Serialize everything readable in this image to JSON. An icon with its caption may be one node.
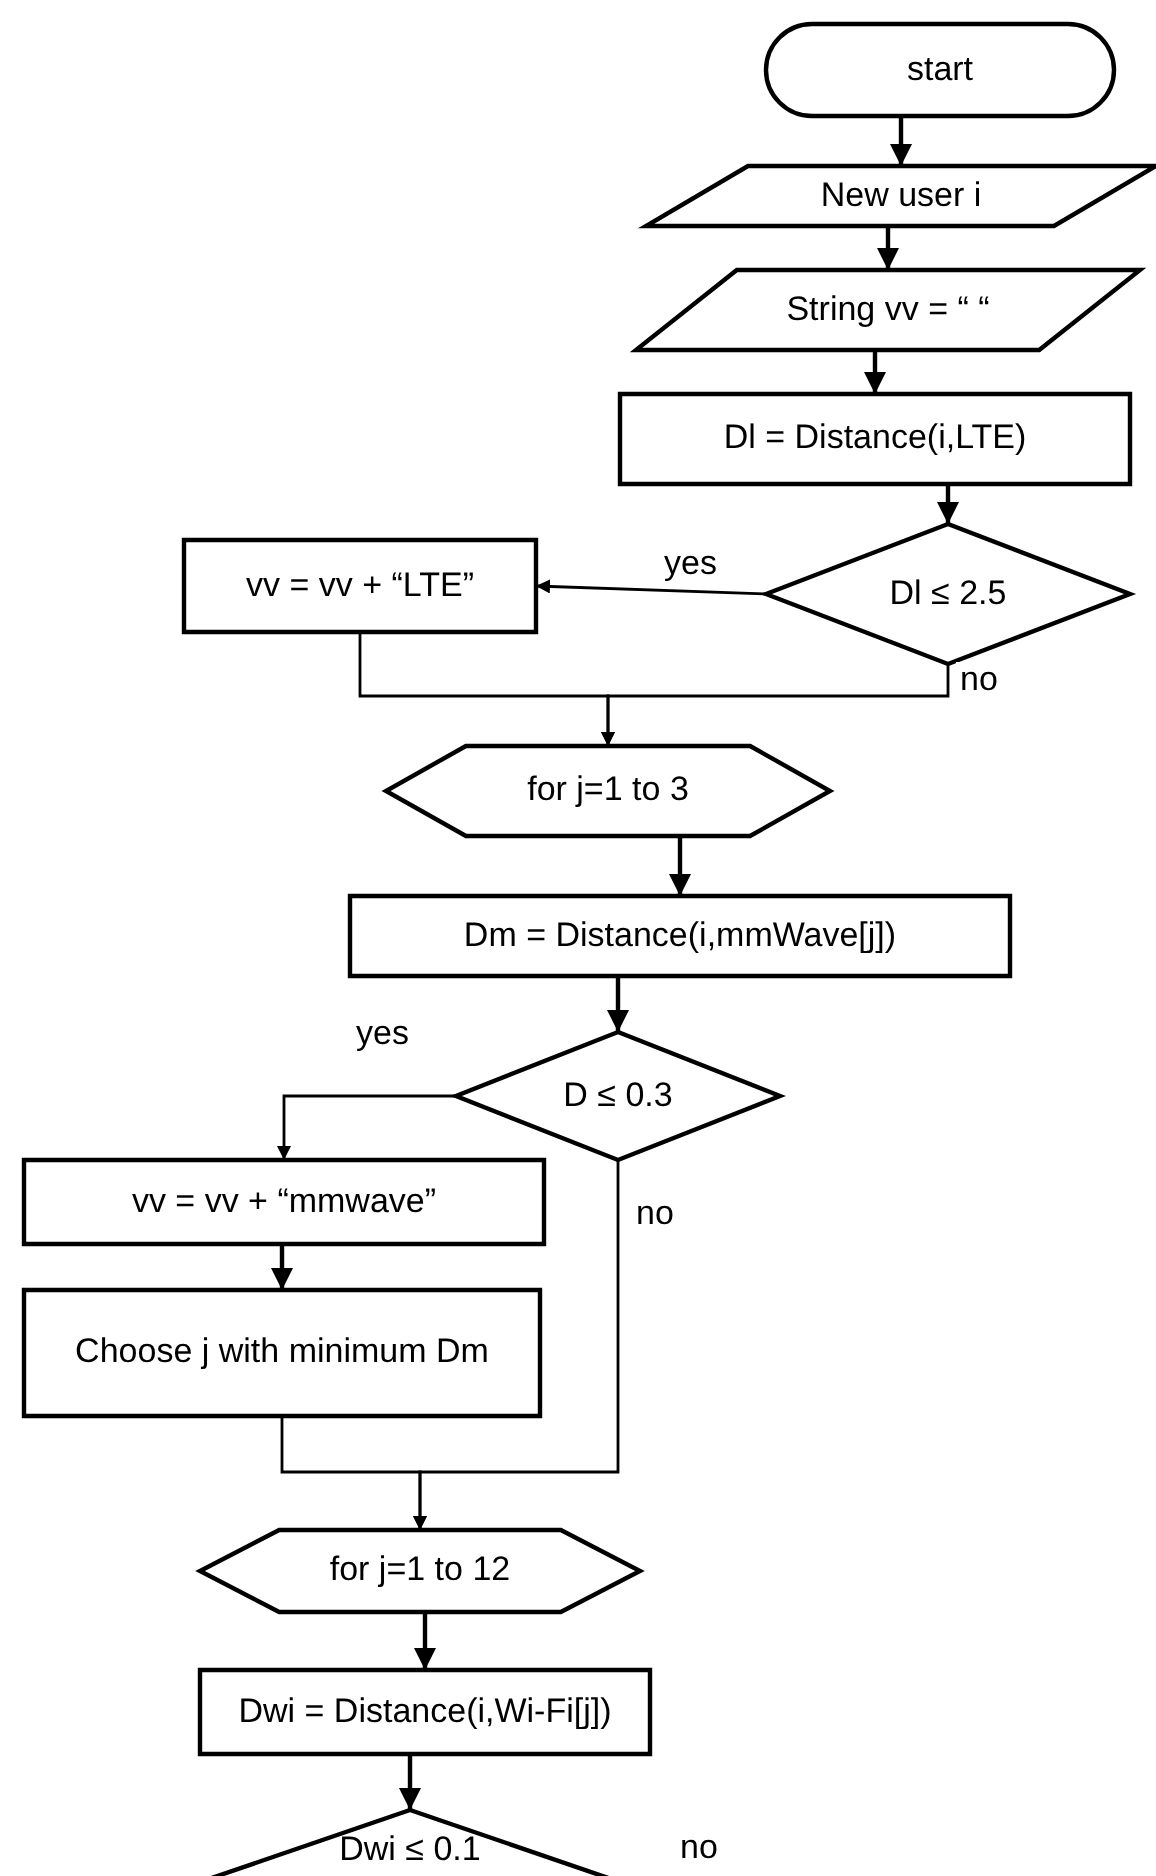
{
  "diagram": {
    "nodes": [
      {
        "text": [
          "start"
        ]
      },
      {
        "text": [
          "New user i"
        ]
      },
      {
        "text": [
          "String vv = “ “"
        ]
      },
      {
        "text": [
          "Dl = Distance(i,LTE)"
        ]
      },
      {
        "text": [
          "Dl ≤ 2.5"
        ]
      },
      {
        "text": [
          "vv = vv + “LTE”"
        ]
      },
      {
        "text": [
          "for j=1 to 3"
        ]
      },
      {
        "text": [
          "Dm = Distance(i,mmWave[j])"
        ]
      },
      {
        "text": [
          "D ≤ 0.3"
        ]
      },
      {
        "text": [
          "vv = vv + “mmwave”"
        ]
      },
      {
        "text": [
          "Choose j with minimum Dm"
        ]
      },
      {
        "text": [
          "for j=1 to 12"
        ]
      },
      {
        "text": [
          "Dwi = Distance(i,Wi-Fi[j])"
        ]
      },
      {
        "text": [
          "Dwi ≤ 0.1"
        ]
      }
    ],
    "edges": [
      {
        "from": 0,
        "to": 1,
        "arrow": "to"
      },
      {
        "from": 1,
        "to": 2,
        "arrow": "to"
      },
      {
        "from": 2,
        "to": 3,
        "arrow": "to"
      },
      {
        "from": 3,
        "to": 4,
        "arrow": "to"
      },
      {
        "from": 4,
        "to": 5,
        "arrow": "to",
        "label": "yes"
      },
      {
        "from": 5,
        "to": 6,
        "arrow": "to"
      },
      {
        "from": 4,
        "to": 6,
        "arrow": "to",
        "label": "no"
      },
      {
        "from": 6,
        "to": 7,
        "arrow": "to"
      },
      {
        "from": 7,
        "to": 8,
        "arrow": "to"
      },
      {
        "from": 8,
        "to": 9,
        "arrow": "to",
        "label": "yes"
      },
      {
        "from": 9,
        "to": 10,
        "arrow": "to"
      },
      {
        "from": 10,
        "to": 11,
        "arrow": "to"
      },
      {
        "from": 8,
        "to": 11,
        "arrow": "to",
        "label": "no"
      },
      {
        "from": 11,
        "to": 12,
        "arrow": "to"
      },
      {
        "from": 12,
        "to": 13,
        "arrow": "to"
      }
    ],
    "labels": [
      "no"
    ]
  }
}
